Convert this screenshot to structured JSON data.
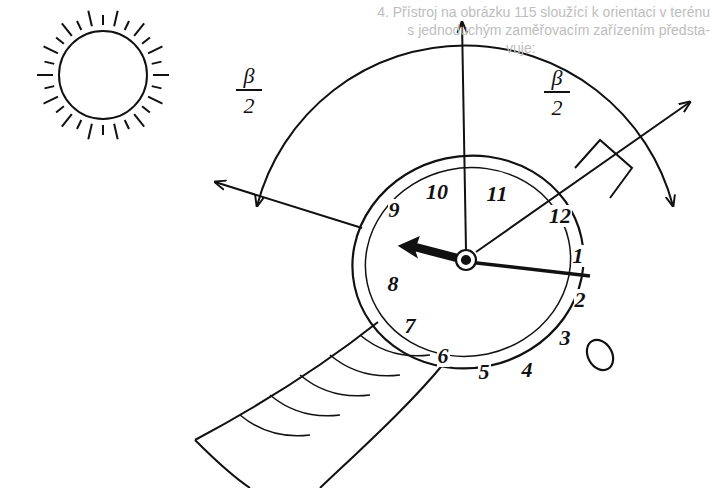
{
  "diagram": {
    "labels": [
      "4. Přístroj na obrázku 115 sloužící k orientaci v terénu",
      "s jednoduchým zaměřovacím zařízením předsta-",
      "vuje:",
      "β",
      "2",
      "β",
      "2",
      "12",
      "1",
      "2",
      "3",
      "4",
      "5",
      "6",
      "7",
      "8",
      "9",
      "10",
      "11"
    ]
  }
}
